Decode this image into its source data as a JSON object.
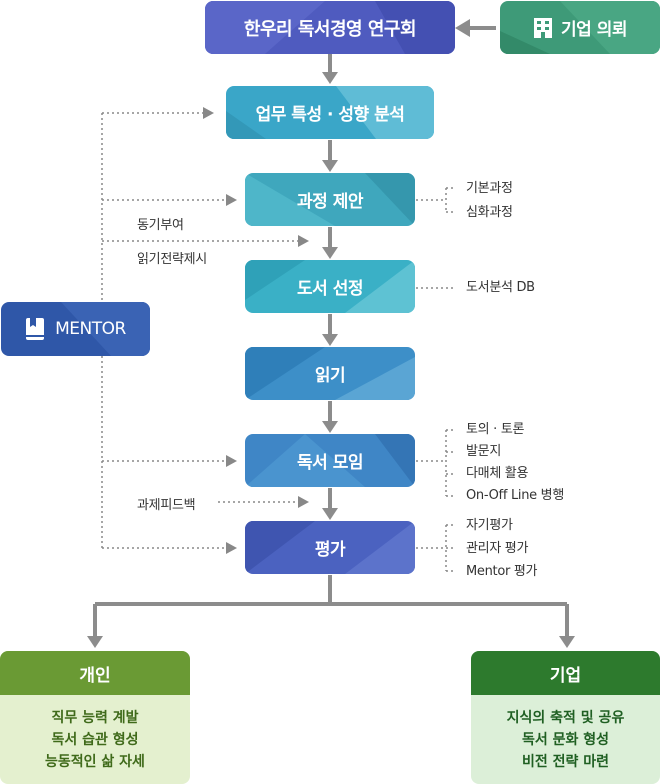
{
  "top": {
    "title": "한우리 독서경영 연구회",
    "request_label": "기업 의뢰"
  },
  "mentor": {
    "label": "MENTOR"
  },
  "steps": [
    {
      "label": "업무 특성 · 성향 분석"
    },
    {
      "label": "과정 제안"
    },
    {
      "label": "도서 선정"
    },
    {
      "label": "읽기"
    },
    {
      "label": "독서 모임"
    },
    {
      "label": "평가"
    }
  ],
  "notes": {
    "course": [
      "기본과정",
      "심화과정"
    ],
    "book": [
      "도서분석 DB"
    ],
    "meeting": [
      "토의 · 토론",
      "발문지",
      "다매체 활용",
      "On-Off Line 병행"
    ],
    "evaluation": [
      "자기평가",
      "관리자 평가",
      "Mentor 평가"
    ]
  },
  "mentor_labels": {
    "motivation": "동기부여",
    "strategy": "읽기전략제시",
    "feedback": "과제피드백"
  },
  "outcomes": {
    "individual": {
      "title": "개인",
      "items": [
        "직무 능력 계발",
        "독서 습관 형성",
        "능동적인 삶 자세"
      ]
    },
    "company": {
      "title": "기업",
      "items": [
        "지식의 축적 및 공유",
        "독서 문화 형성",
        "비전 전략 마련"
      ]
    }
  },
  "colors": {
    "top": "#4f5bbf",
    "request": "#3e9a78",
    "mentor": "#2f57a8",
    "step1": "#3aa6c8",
    "step2": "#3fa7bd",
    "step3": "#3ab0c6",
    "step4": "#3d8fc8",
    "step5": "#3f86c6",
    "step6": "#4b62c0",
    "arrow": "#8c8c8c",
    "individual_head": "#6a9a34",
    "individual_body": "#e4f0cf",
    "company_head": "#2d7a2d",
    "company_body": "#dcefd8"
  }
}
